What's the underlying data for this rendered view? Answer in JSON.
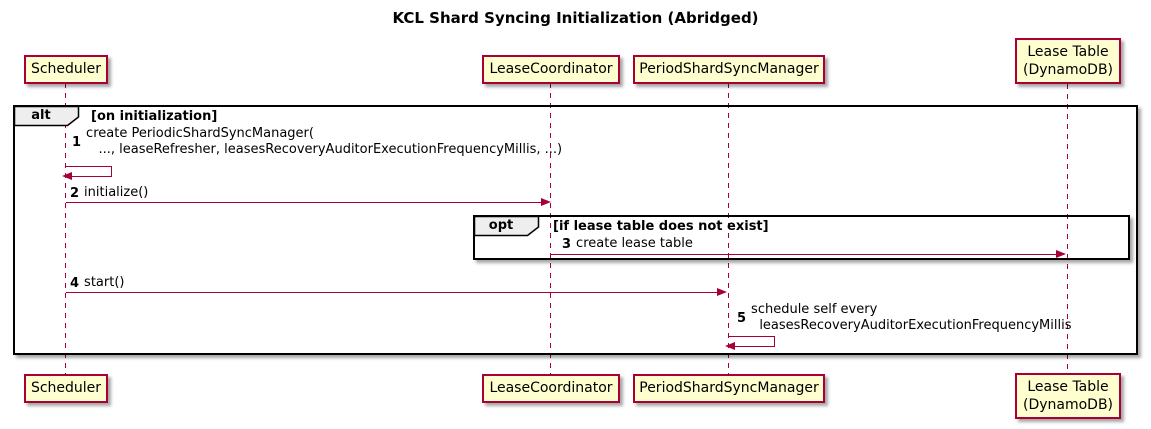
{
  "title": "KCL Shard Syncing Initialization (Abridged)",
  "participants": {
    "scheduler": {
      "label": "Scheduler"
    },
    "lease_coordinator": {
      "label": "LeaseCoordinator"
    },
    "period_shard_sync_manager": {
      "label": "PeriodShardSyncManager"
    },
    "lease_table": {
      "label": "Lease Table\n(DynamoDB)"
    }
  },
  "frames": {
    "alt": {
      "operator": "alt",
      "condition": "[on initialization]"
    },
    "opt": {
      "operator": "opt",
      "condition": "[if lease table does not exist]"
    }
  },
  "messages": {
    "m1": {
      "num": "1",
      "text": "create PeriodicShardSyncManager(\n   ..., leaseRefresher, leasesRecoveryAuditorExecutionFrequencyMillis, ...)"
    },
    "m2": {
      "num": "2",
      "text": "initialize()"
    },
    "m3": {
      "num": "3",
      "text": "create lease table"
    },
    "m4": {
      "num": "4",
      "text": "start()"
    },
    "m5": {
      "num": "5",
      "text": "schedule self every\n  leasesRecoveryAuditorExecutionFrequencyMillis"
    }
  },
  "colors": {
    "participant_fill": "#FEFECE",
    "accent": "#A80036",
    "frame_border": "#000000",
    "operator_fill": "#EEEEEE",
    "background": "#FFFFFF"
  }
}
